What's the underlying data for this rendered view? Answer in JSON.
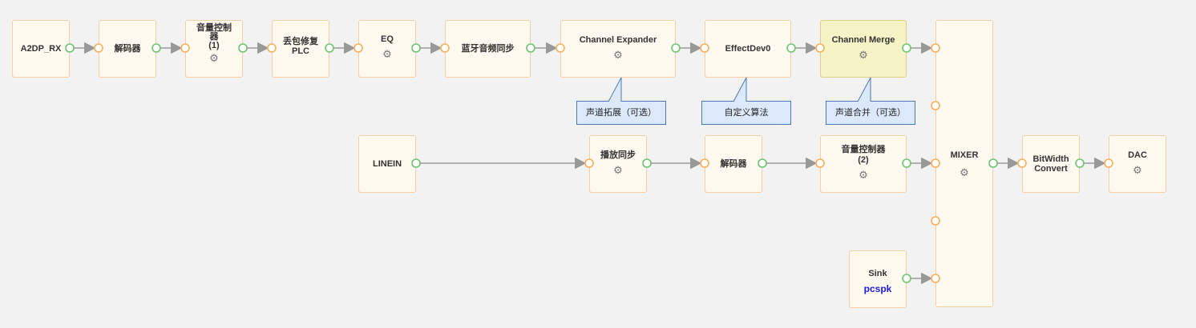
{
  "colors": {
    "background": "#f2f2f2",
    "node_fill": "#fff9f0",
    "node_border": "#f5cfa0",
    "highlight_fill": "#f6f3c6",
    "callout_fill": "#dbe9fb",
    "callout_border": "#4a78b5",
    "output_port": "#6fc36f",
    "input_port": "#f0b25a",
    "link": "#999999",
    "sink_sub": "#1a1ae6"
  },
  "nodes": {
    "a2dp_rx": {
      "label": "A2DP_RX"
    },
    "decoder1": {
      "label": "解码器"
    },
    "vol1": {
      "label": "音量控制\n器\n(1)",
      "gear": "⚙"
    },
    "plc": {
      "label": "丢包修复\nPLC"
    },
    "eq": {
      "label": "EQ",
      "gear": "⚙"
    },
    "bt_sync": {
      "label": "蓝牙音频同步"
    },
    "expander": {
      "label": "Channel Expander",
      "gear": "⚙"
    },
    "effect": {
      "label": "EffectDev0"
    },
    "merge": {
      "label": "Channel Merge",
      "gear": "⚙"
    },
    "mixer": {
      "label": "MIXER",
      "gear": "⚙"
    },
    "linein": {
      "label": "LINEIN"
    },
    "play_sync": {
      "label": "播放同步",
      "gear": "⚙"
    },
    "decoder2": {
      "label": "解码器"
    },
    "vol2": {
      "label": "音量控制器\n(2)",
      "gear": "⚙"
    },
    "bitwidth": {
      "label": "BitWidth\nConvert"
    },
    "dac": {
      "label": "DAC",
      "gear": "⚙"
    },
    "sink": {
      "label": "Sink",
      "sub": "pcspk"
    }
  },
  "callouts": {
    "expander": "声道拓展（可选）",
    "effect": "自定义算法",
    "merge": "声道合并（可选）"
  }
}
